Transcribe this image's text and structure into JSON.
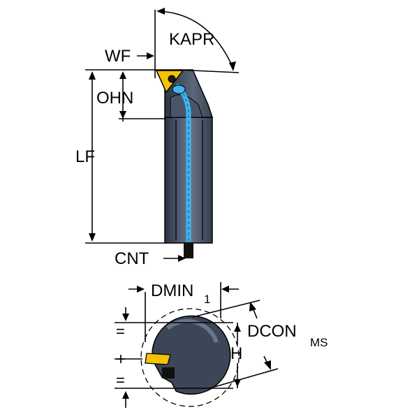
{
  "labels": {
    "wf": "WF",
    "kapr": "KAPR",
    "ohn": "OHN",
    "lf": "LF",
    "cnt": "CNT",
    "dmin_main": "DMIN",
    "dmin_sub": "1",
    "dcon_main": "DCON",
    "dcon_sub": "MS",
    "h": "H"
  },
  "colors": {
    "body": "#3f4a5b",
    "body_light": "#5f6b7d",
    "body_dark": "#2a323e",
    "coolant": "#3fb6f0",
    "insert": "#f5c400",
    "outline": "#000000"
  }
}
